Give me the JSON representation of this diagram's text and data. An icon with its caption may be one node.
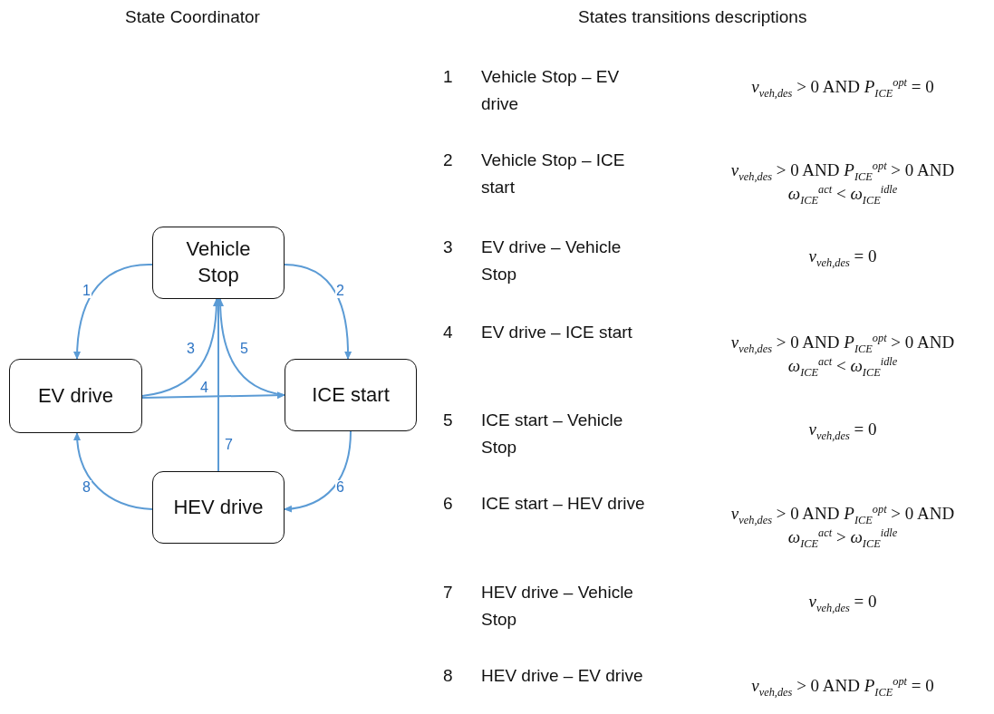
{
  "diagram": {
    "title": "State Coordinator",
    "nodes": [
      {
        "text": [
          "Vehicle Stop"
        ]
      },
      {
        "text": [
          "EV drive"
        ]
      },
      {
        "text": [
          "ICE start"
        ]
      },
      {
        "text": [
          "HEV drive"
        ]
      }
    ],
    "edges": [
      {
        "from": 0,
        "to": 1,
        "arrow": "to",
        "label": "1"
      },
      {
        "from": 0,
        "to": 2,
        "arrow": "to",
        "label": "2"
      },
      {
        "from": 1,
        "to": 0,
        "arrow": "to",
        "label": "3"
      },
      {
        "from": 1,
        "to": 2,
        "arrow": "to",
        "label": "4"
      },
      {
        "from": 2,
        "to": 0,
        "arrow": "to",
        "label": "5"
      },
      {
        "from": 2,
        "to": 3,
        "arrow": "to",
        "label": "6"
      },
      {
        "from": 3,
        "to": 0,
        "arrow": "to",
        "label": "7"
      },
      {
        "from": 3,
        "to": 1,
        "arrow": "to",
        "label": "8"
      }
    ],
    "labels": [
      "States transitions descriptions",
      "1",
      "Vehicle Stop – EV drive",
      "*v*$_{veh,des}$ > 0 AND *P*$_{ICE}$$^{opt}$ = 0",
      "2",
      "Vehicle Stop – ICE start",
      "*v*$_{veh,des}$ > 0 AND *P*$_{ICE}$$^{opt}$ > 0 AND *ω*$_{ICE}$$^{act}$ < *ω*$_{ICE}$$^{idle}$",
      "3",
      "EV drive – Vehicle Stop",
      "*v*$_{veh,des}$ = 0",
      "4",
      "EV drive – ICE start",
      "*v*$_{veh,des}$ > 0 AND *P*$_{ICE}$$^{opt}$ > 0 AND *ω*$_{ICE}$$^{act}$ < *ω*$_{ICE}$$^{idle}$",
      "5",
      "ICE start – Vehicle Stop",
      "*v*$_{veh,des}$ = 0",
      "6",
      "ICE start – HEV drive",
      "*v*$_{veh,des}$ > 0 AND *P*$_{ICE}$$^{opt}$ > 0 AND *ω*$_{ICE}$$^{act}$ > *ω*$_{ICE}$$^{idle}$",
      "7",
      "HEV drive – Vehicle Stop",
      "*v*$_{veh,des}$ = 0",
      "8",
      "HEV drive – EV drive",
      "*v*$_{veh,des}$ > 0 AND *P*$_{ICE}$$^{opt}$ = 0"
    ]
  }
}
